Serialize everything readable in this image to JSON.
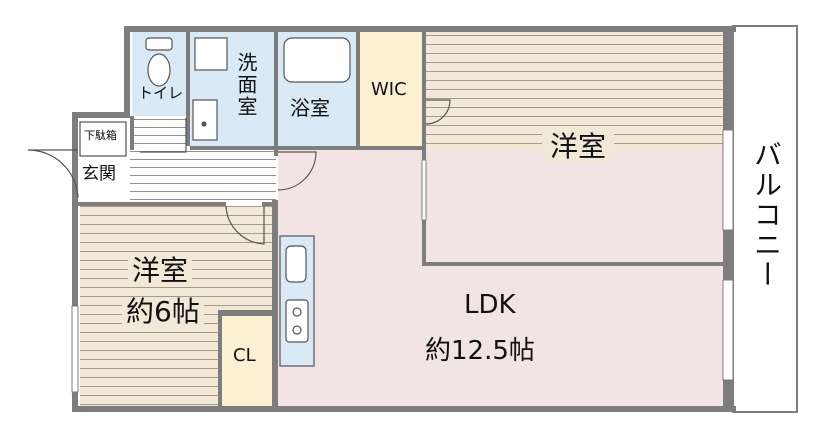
{
  "rooms": {
    "toilet": "トイレ",
    "washroom": "洗面室",
    "bath": "浴室",
    "wic": "WIC",
    "western_right": "洋室",
    "balcony": "バルコニー",
    "shoe_box": "下駄箱",
    "entrance": "玄関",
    "western_left": "洋室",
    "western_left_size": "約6帖",
    "closet": "CL",
    "ldk": "LDK",
    "ldk_size": "約12.5帖"
  },
  "colors": {
    "wall": "#7d7d7d",
    "wet_area": "#d9e9f6",
    "wic": "#fbf0d2",
    "ldk": "#f2e3e5",
    "western_floor": "#f1e8d8",
    "floor_stripe": "#a89a86",
    "hall_stripe": "#909090"
  }
}
